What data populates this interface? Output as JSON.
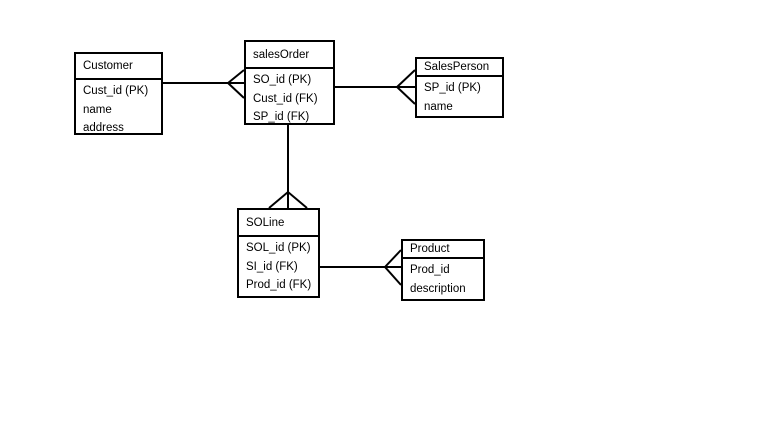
{
  "diagram": {
    "kind": "entity-relationship-diagram",
    "notation": "crows-foot"
  },
  "colors": {
    "background": "#ffffff",
    "line": "#000000",
    "box_fill": "#ffffff",
    "text": "#000000"
  },
  "entities": {
    "customer": {
      "name": "Customer",
      "attributes": [
        "Cust_id (PK)",
        "name",
        "address"
      ]
    },
    "sales_order": {
      "name": "salesOrder",
      "attributes": [
        "SO_id (PK)",
        "Cust_id (FK)",
        "SP_id (FK)"
      ]
    },
    "sales_person": {
      "name": "SalesPerson",
      "attributes": [
        "SP_id (PK)",
        "name"
      ]
    },
    "so_line": {
      "name": "SOLine",
      "attributes": [
        "SOL_id (PK)",
        "SI_id (FK)",
        "Prod_id (FK)"
      ]
    },
    "product": {
      "name": "Product",
      "attributes": [
        "Prod_id",
        "description"
      ]
    }
  },
  "relationships": [
    {
      "from": "Customer",
      "to": "salesOrder",
      "many_at": "salesOrder"
    },
    {
      "from": "salesOrder",
      "to": "SalesPerson",
      "many_at": "SalesPerson"
    },
    {
      "from": "salesOrder",
      "to": "SOLine",
      "many_at": "SOLine"
    },
    {
      "from": "SOLine",
      "to": "Product",
      "many_at": "Product"
    }
  ]
}
